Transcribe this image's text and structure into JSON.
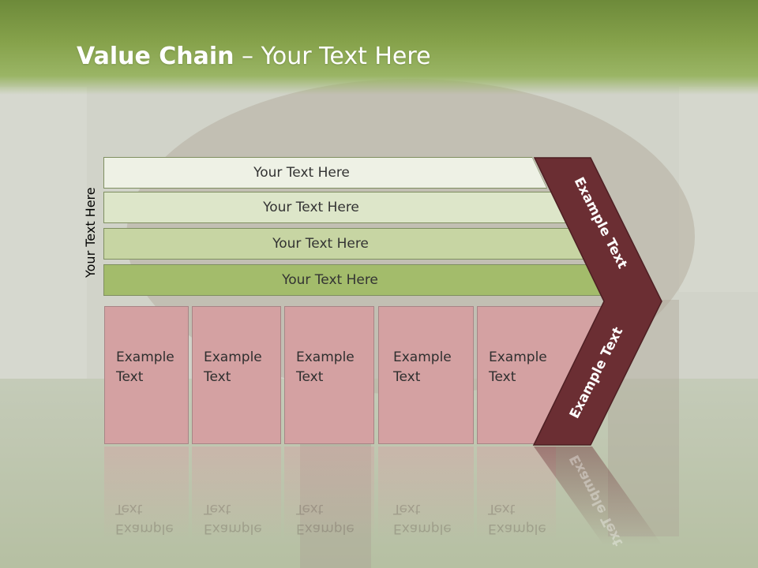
{
  "slide": {
    "title_bold": "Value Chain",
    "title_rest": " – Your Text Here",
    "side_label": "Your Text Here"
  },
  "rows": [
    {
      "label": "Your Text Here"
    },
    {
      "label": "Your Text Here"
    },
    {
      "label": "Your Text Here"
    },
    {
      "label": "Your Text Here"
    }
  ],
  "cards": [
    {
      "line1": "Example",
      "line2": "Text"
    },
    {
      "line1": "Example",
      "line2": "Text"
    },
    {
      "line1": "Example",
      "line2": "Text"
    },
    {
      "line1": "Example",
      "line2": "Text"
    },
    {
      "line1": "Example",
      "line2": "Text"
    }
  ],
  "chevron": {
    "upper_label": "Example Text",
    "lower_label": "Example Text"
  },
  "colors": {
    "header_green": "#86a24b",
    "chevron_maroon": "#6b2e33",
    "card_pink": "#d4a1a2",
    "row_green_dark": "#a3bc6b"
  }
}
